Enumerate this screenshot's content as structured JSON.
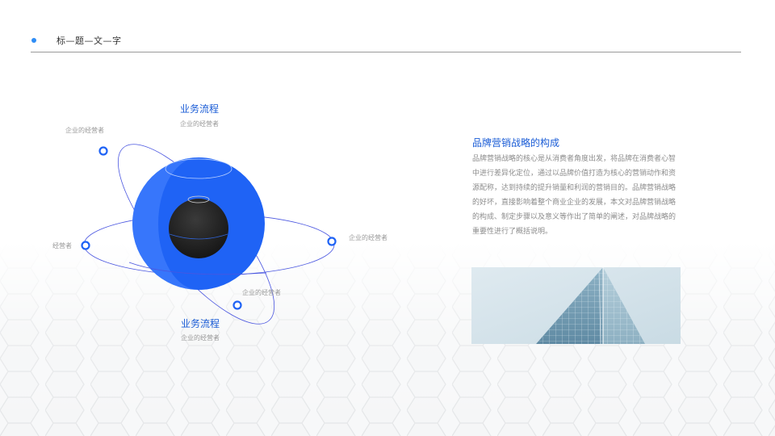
{
  "header": {
    "title": "标—题—文—字",
    "accent_color": "#2f8df5"
  },
  "diagram": {
    "top_title": "业务流程",
    "top_subtitle": "企业的经营者",
    "bottom_title": "业务流程",
    "bottom_subtitle": "企业的经营者",
    "orbit_labels": {
      "upper_left": "企业的经营者",
      "left": "经营者",
      "right": "企业的经营者",
      "lower_right": "企业的经营者"
    },
    "sphere_color": "#1f63f5",
    "core_color": "#1c1c1c"
  },
  "article": {
    "title": "品牌营销战略的构成",
    "body": "品牌营销战略的核心是从消费者角度出发，将品牌在消费者心智中进行差异化定位，通过以品牌价值打造为核心的营销动作和资源配称，达到持续的提升销量和利润的营销目的。品牌营销战略的好坏，直接影响着整个商业企业的发展，本文对品牌营销战略的构成、制定步骤以及意义等作出了简单的阐述，对品牌战略的重要性进行了概括说明。"
  },
  "photo": {
    "icon": "building-photo"
  }
}
